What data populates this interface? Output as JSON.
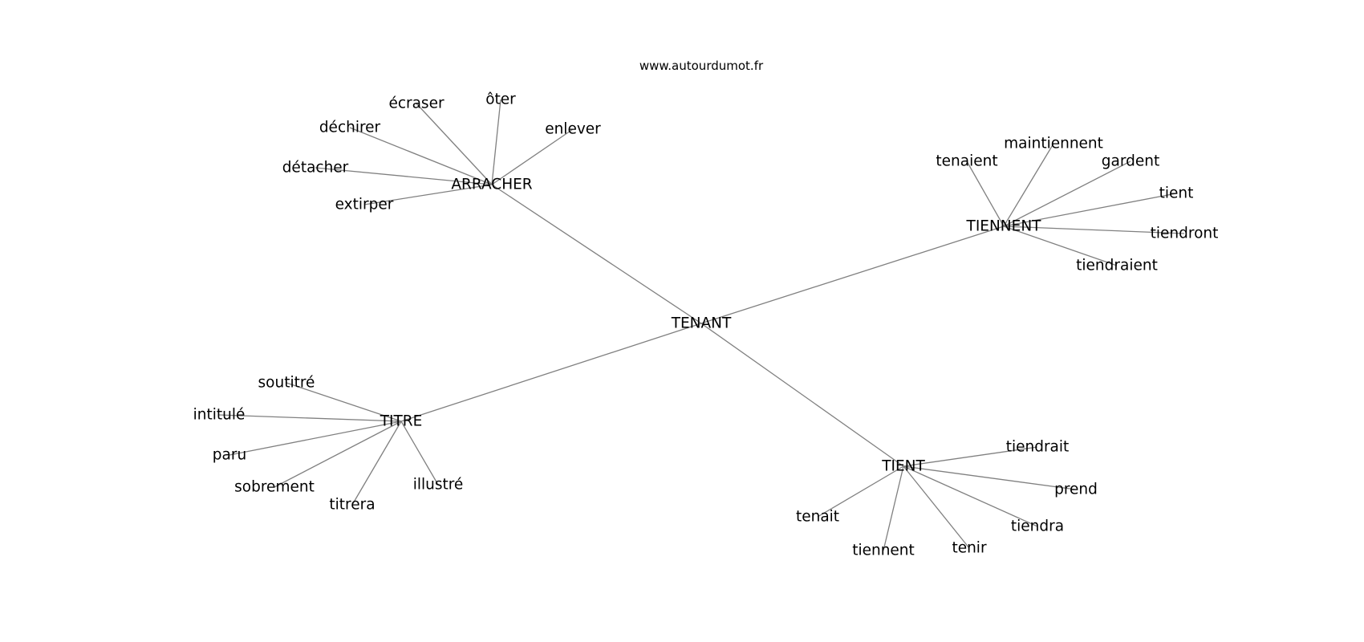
{
  "source_label": "www.autourdumot.fr",
  "graph": {
    "center": "TENANT",
    "hubs": [
      {
        "label": "ARRACHER",
        "leaves": [
          "ôter",
          "écraser",
          "enlever",
          "déchirer",
          "détacher",
          "extirper"
        ]
      },
      {
        "label": "TIENNENT",
        "leaves": [
          "maintiennent",
          "tenaient",
          "gardent",
          "tient",
          "tiendront",
          "tiendraient"
        ]
      },
      {
        "label": "TITRE",
        "leaves": [
          "soutitré",
          "intitulé",
          "paru",
          "sobrement",
          "titrera",
          "illustré"
        ]
      },
      {
        "label": "TIENT",
        "leaves": [
          "tiendrait",
          "prend",
          "tiendra",
          "tenir",
          "tiennent",
          "tenait"
        ]
      }
    ]
  }
}
